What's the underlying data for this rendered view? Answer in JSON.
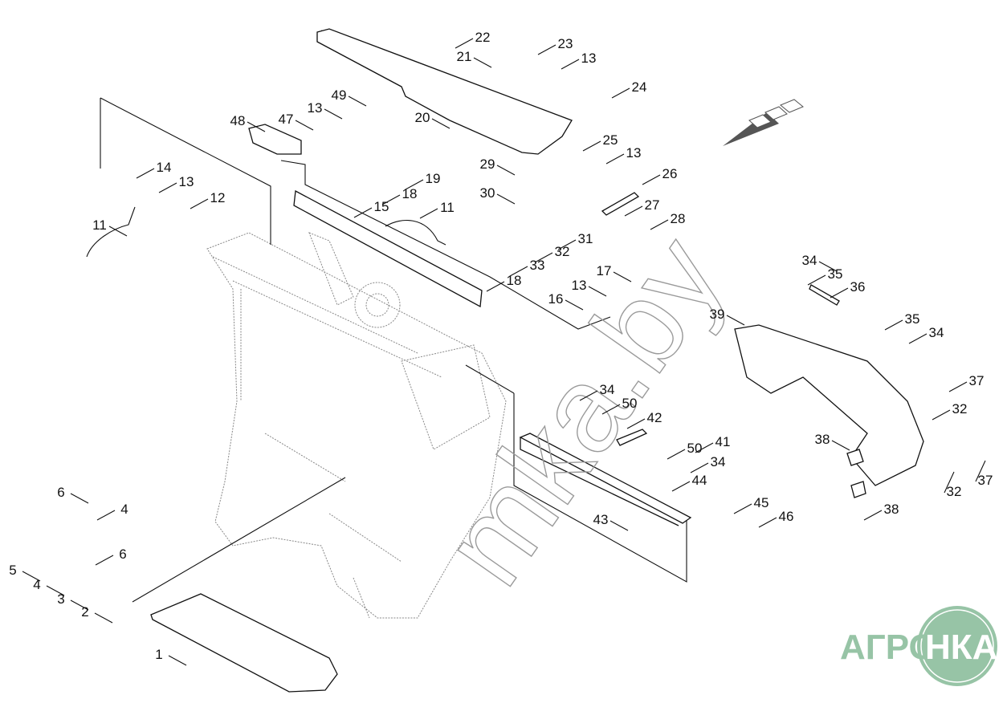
{
  "diagram": {
    "callouts": [
      "22",
      "23",
      "21",
      "13",
      "24",
      "49",
      "13",
      "47",
      "48",
      "20",
      "25",
      "13",
      "14",
      "29",
      "26",
      "13",
      "19",
      "30",
      "18",
      "12",
      "15",
      "11",
      "27",
      "11",
      "28",
      "31",
      "32",
      "33",
      "18",
      "34",
      "17",
      "13",
      "35",
      "36",
      "16",
      "39",
      "35",
      "34",
      "37",
      "34",
      "32",
      "50",
      "42",
      "41",
      "38",
      "50",
      "34",
      "44",
      "6",
      "4",
      "32",
      "37",
      "45",
      "38",
      "46",
      "43",
      "6",
      "5",
      "4",
      "3",
      "2",
      "1"
    ],
    "direction_arrow": "arrow-left-down"
  },
  "watermark": {
    "text": "mka.by"
  },
  "logo": {
    "text_left": "АГРО",
    "text_right": "НКА",
    "color": "#97c4a6"
  }
}
